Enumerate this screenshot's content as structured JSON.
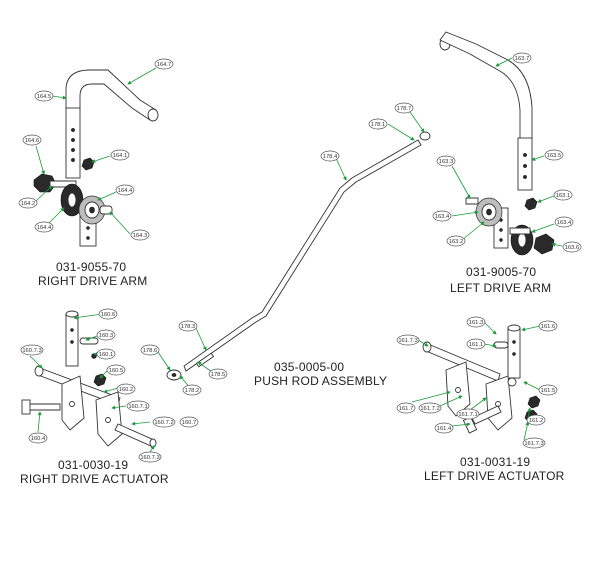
{
  "assemblies": {
    "right_arm": {
      "number": "031-9055-70",
      "name": "RIGHT DRIVE ARM"
    },
    "left_arm": {
      "number": "031-9005-70",
      "name": "LEFT DRIVE ARM"
    },
    "push_rod": {
      "number": "035-0005-00",
      "name": "PUSH ROD ASSEMBLY"
    },
    "right_actuator": {
      "number": "031-0030-19",
      "name": "RIGHT DRIVE ACTUATOR"
    },
    "left_actuator": {
      "number": "031-0031-19",
      "name": "LEFT DRIVE ACTUATOR"
    }
  },
  "callouts": {
    "c164_7": "164.7",
    "c164_5": "164.5",
    "c164_6": "164.6",
    "c164_1": "164.1",
    "c164_2": "164.2",
    "c164_4a": "164.4",
    "c164_4b": "164.4",
    "c164_3": "164.3",
    "c163_7": "163.7",
    "c163_5": "163.5",
    "c163_3": "163.3",
    "c163_1": "163.1",
    "c163_4a": "163.4",
    "c163_4b": "163.4",
    "c163_2": "163.2",
    "c163_6": "163.6",
    "c178_7": "178.7",
    "c178_1": "178.1",
    "c178_4": "178.4",
    "c178_3": "178.3",
    "c178_6": "178.6",
    "c178_5": "178.5",
    "c178_2": "178.2",
    "c160_6": "160.6",
    "c160_3": "160.3",
    "c160_1": "160.1",
    "c160_7_3": "160.7.3",
    "c160_5": "160.5",
    "c160_2": "160.2",
    "c160_7_1": "160.7.1",
    "c160_7_2": "160.7.2",
    "c160_7": "160.7",
    "c160_4": "160.4",
    "c160_7_3b": "160.7.3",
    "c161_3": "161.3",
    "c161_6": "161.6",
    "c161_7_3": "161.7.3",
    "c161_1": "161.1",
    "c161_5": "161.5",
    "c161_7": "161.7",
    "c161_7_2": "161.7.2",
    "c161_7_1": "161.7.1",
    "c161_2": "161.2",
    "c161_4": "161.4",
    "c161_7_3b": "161.7.3"
  }
}
